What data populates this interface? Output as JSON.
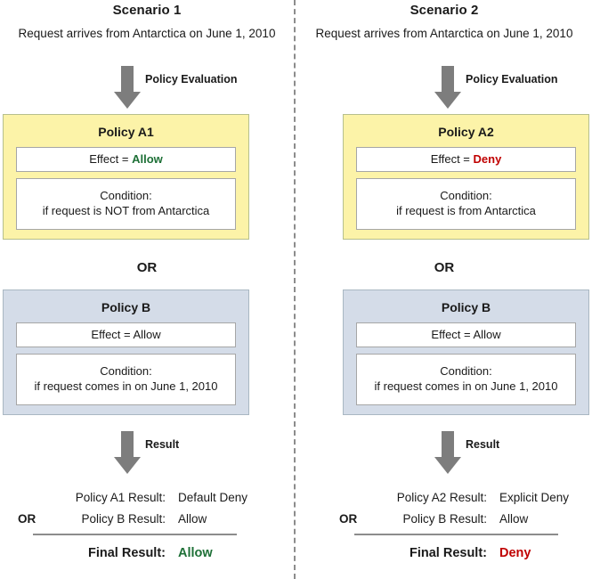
{
  "divider": {
    "style": "dashed-vertical",
    "color": "#8c8c8c"
  },
  "colors": {
    "policy_a_fill": "#FCF3A8",
    "policy_b_fill": "#D4DCE8",
    "arrow": "#7D7D7D",
    "allow": "#1E7037",
    "deny": "#C00000",
    "rule": "#8C8C8C"
  },
  "scenarios": [
    {
      "title": "Scenario 1",
      "request": "Request arrives from Antarctica on June 1, 2010",
      "eval_arrow_label": "Policy Evaluation",
      "policy_a": {
        "name": "Policy A1",
        "effect_label": "Effect = ",
        "effect_value": "Allow",
        "effect_value_color": "allow",
        "condition_line1": "Condition:",
        "condition_line2": "if request is NOT from Antarctica"
      },
      "or_between": "OR",
      "policy_b": {
        "name": "Policy B",
        "effect_label": "Effect = ",
        "effect_value": "Allow",
        "effect_value_color": "plain",
        "condition_line1": "Condition:",
        "condition_line2": "if request comes in on June 1, 2010"
      },
      "result_arrow_label": "Result",
      "result": {
        "or_label": "OR",
        "row1_label": "Policy A1 Result:",
        "row1_value": "Default Deny",
        "row2_label": "Policy B Result:",
        "row2_value": "Allow",
        "final_label": "Final Result:",
        "final_value": "Allow",
        "final_value_color": "allow"
      }
    },
    {
      "title": "Scenario 2",
      "request": "Request arrives from Antarctica on June 1, 2010",
      "eval_arrow_label": "Policy Evaluation",
      "policy_a": {
        "name": "Policy A2",
        "effect_label": "Effect = ",
        "effect_value": "Deny",
        "effect_value_color": "deny",
        "condition_line1": "Condition:",
        "condition_line2": "if request is from Antarctica"
      },
      "or_between": "OR",
      "policy_b": {
        "name": "Policy B",
        "effect_label": "Effect = ",
        "effect_value": "Allow",
        "effect_value_color": "plain",
        "condition_line1": "Condition:",
        "condition_line2": "if request comes in on June 1, 2010"
      },
      "result_arrow_label": "Result",
      "result": {
        "or_label": "OR",
        "row1_label": "Policy A2 Result:",
        "row1_value": "Explicit Deny",
        "row2_label": "Policy B Result:",
        "row2_value": "Allow",
        "final_label": "Final Result:",
        "final_value": "Deny",
        "final_value_color": "deny"
      }
    }
  ]
}
